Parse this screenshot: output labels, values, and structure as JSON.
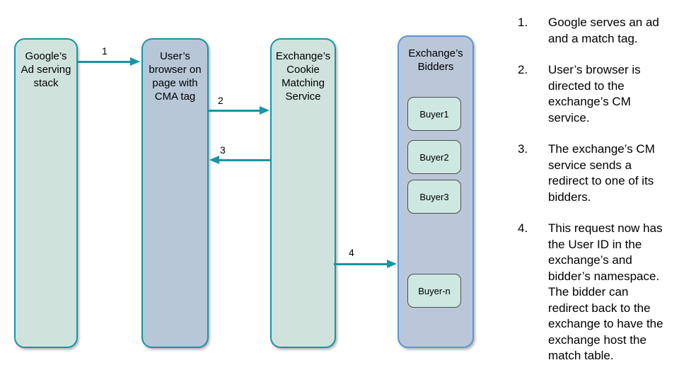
{
  "diagram": {
    "nodes": [
      {
        "id": "google-ad-stack",
        "label": "Google’s\nAd serving\nstack"
      },
      {
        "id": "user-browser",
        "label": "User’s\nbrowser on\npage with\nCMA tag"
      },
      {
        "id": "cm-service",
        "label": "Exchange’s\nCookie\nMatching\nService"
      },
      {
        "id": "bidders",
        "label": "Exchange’s\nBidders"
      }
    ],
    "buyers": [
      "Buyer1",
      "Buyer2",
      "Buyer3",
      "Buyer-n"
    ],
    "arrows": [
      {
        "label": "1",
        "from": "google-ad-stack",
        "to": "user-browser",
        "direction": "right"
      },
      {
        "label": "2",
        "from": "user-browser",
        "to": "cm-service",
        "direction": "right"
      },
      {
        "label": "3",
        "from": "cm-service",
        "to": "user-browser",
        "direction": "left"
      },
      {
        "label": "4",
        "from": "cm-service",
        "to": "bidders",
        "direction": "right"
      }
    ]
  },
  "steps": [
    {
      "num": "1.",
      "text": "Google serves an ad\nand a match tag."
    },
    {
      "num": "2.",
      "text": "User’s browser is\ndirected to the\nexchange’s CM\nservice."
    },
    {
      "num": "3.",
      "text": "The exchange’s CM\nservice sends a\nredirect to one of its\nbidders."
    },
    {
      "num": "4.",
      "text": "This request now has\nthe User ID in the\nexchange’s and\nbidder’s namespace.\nThe bidder can\nredirect back to the\nexchange to have the\nexchange host the\nmatch table."
    }
  ],
  "colors": {
    "teal_accent": "#1794a5",
    "mint_fill": "#cfe3dc",
    "blue_gray_fill": "#b7c7d8",
    "bidders_fill": "#b9c7d9",
    "bidders_border": "#5e94d4",
    "buyer_fill": "#cde7e1",
    "buyer_border": "#4d4d4d"
  }
}
